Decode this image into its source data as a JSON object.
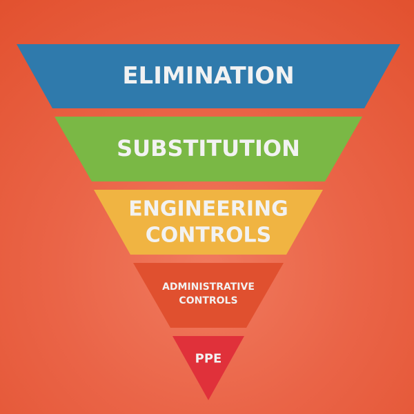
{
  "hierarchy": {
    "tiers": [
      {
        "lines": [
          "ELIMINATION"
        ],
        "color": "#2f7aac"
      },
      {
        "lines": [
          "SUBSTITUTION"
        ],
        "color": "#7ab845"
      },
      {
        "lines": [
          "ENGINEERING",
          "CONTROLS"
        ],
        "color": "#f0b442"
      },
      {
        "lines": [
          "ADMINISTRATIVE",
          "CONTROLS"
        ],
        "color": "#e0502f"
      },
      {
        "lines": [
          "PPE"
        ],
        "color": "#e0313a"
      }
    ]
  }
}
